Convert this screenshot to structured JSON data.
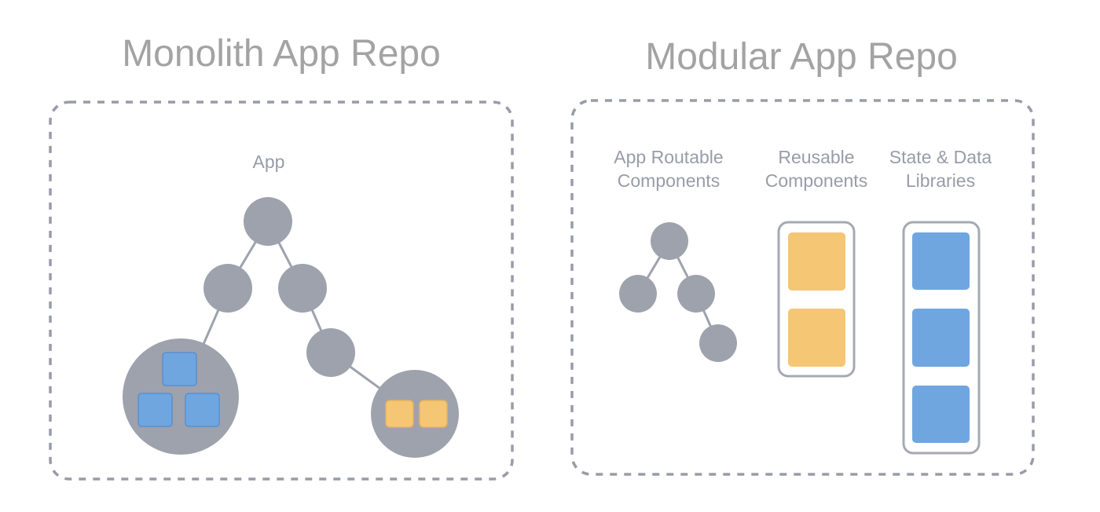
{
  "left_panel": {
    "title": "Monolith App Repo",
    "app_label": "App"
  },
  "right_panel": {
    "title": "Modular App Repo",
    "columns": [
      {
        "line1": "App Routable",
        "line2": "Components"
      },
      {
        "line1": "Reusable",
        "line2": "Components"
      },
      {
        "line1": "State & Data",
        "line2": "Libraries"
      }
    ]
  },
  "colors": {
    "title": "#a3a3a3",
    "label": "#999ca8",
    "node": "#9ea2ad",
    "edge": "#9ea2ad",
    "dashed_border": "#999ca8",
    "container_border": "#a6a9b3",
    "blue_block": "#6fa6e0",
    "blue_block_border": "#5a8fcf",
    "yellow_block": "#f5c674",
    "yellow_block_border": "#e5b35d"
  }
}
